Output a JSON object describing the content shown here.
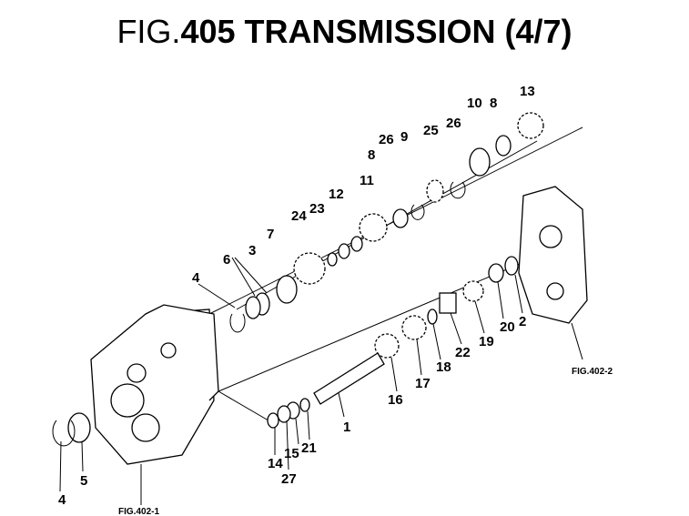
{
  "title": {
    "prefix": "FIG.",
    "text": "405 TRANSMISSION (4/7)"
  },
  "references": {
    "fig_402_1": "FIG.402-1",
    "fig_402_2": "FIG.402-2"
  },
  "callouts": [
    "13",
    "10",
    "8",
    "26",
    "25",
    "9",
    "26",
    "8",
    "11",
    "12",
    "23",
    "24",
    "7",
    "3",
    "6",
    "4",
    "2",
    "20",
    "19",
    "22",
    "18",
    "17",
    "16",
    "1",
    "21",
    "15",
    "14",
    "27",
    "5",
    "4"
  ]
}
